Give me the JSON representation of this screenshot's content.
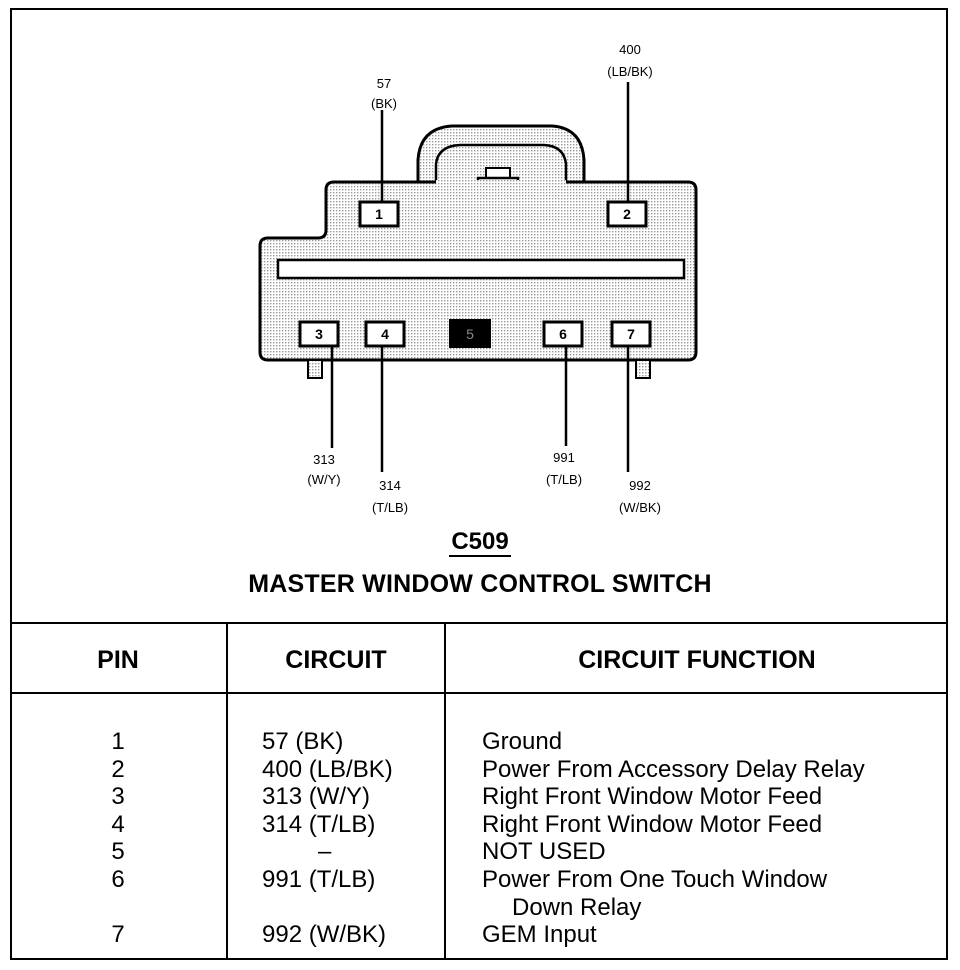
{
  "connector": {
    "id": "C509",
    "name": "MASTER WINDOW CONTROL SWITCH",
    "pins": [
      {
        "pin": "1",
        "wire_number": "57",
        "wire_color": "(BK)"
      },
      {
        "pin": "2",
        "wire_number": "400",
        "wire_color": "(LB/BK)"
      },
      {
        "pin": "3",
        "wire_number": "313",
        "wire_color": "(W/Y)"
      },
      {
        "pin": "4",
        "wire_number": "314",
        "wire_color": "(T/LB)"
      },
      {
        "pin": "5",
        "wire_number": "",
        "wire_color": ""
      },
      {
        "pin": "6",
        "wire_number": "991",
        "wire_color": "(T/LB)"
      },
      {
        "pin": "7",
        "wire_number": "992",
        "wire_color": "(W/BK)"
      }
    ]
  },
  "table": {
    "headers": {
      "pin": "PIN",
      "circuit": "CIRCUIT",
      "function": "CIRCUIT FUNCTION"
    },
    "rows": [
      {
        "pin": "1",
        "circuit": "57 (BK)",
        "function": "Ground"
      },
      {
        "pin": "2",
        "circuit": "400 (LB/BK)",
        "function": "Power From Accessory Delay Relay"
      },
      {
        "pin": "3",
        "circuit": "313 (W/Y)",
        "function": "Right Front Window Motor Feed"
      },
      {
        "pin": "4",
        "circuit": "314 (T/LB)",
        "function": "Right Front Window Motor Feed"
      },
      {
        "pin": "5",
        "circuit": "–",
        "function": "NOT USED"
      },
      {
        "pin": "6",
        "circuit": "991 (T/LB)",
        "function": "Power From One Touch Window",
        "function_cont": "Down Relay"
      },
      {
        "pin": "7",
        "circuit": "992 (W/BK)",
        "function": "GEM Input"
      }
    ]
  }
}
